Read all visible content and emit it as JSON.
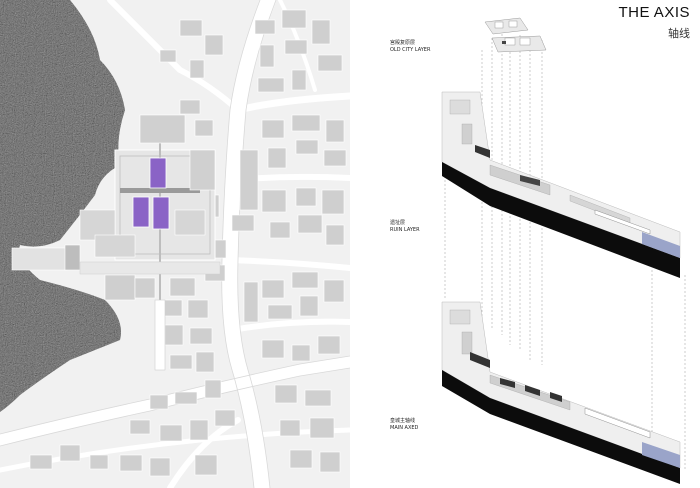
{
  "title": {
    "en": "THE AXIS",
    "cn": "轴线"
  },
  "layers": [
    {
      "cn": "宫殿复原层",
      "en": "OLD CITY LAYER"
    },
    {
      "cn": "遗址层",
      "en": "RUIN LAYER"
    },
    {
      "cn": "皇城主轴线",
      "en": "MAIN AXED"
    }
  ],
  "colors": {
    "highlight": "#8a63c6",
    "forest": "#5f5f5f",
    "slab_dark": "#0c0c0c",
    "water": "#9aa4c9"
  }
}
